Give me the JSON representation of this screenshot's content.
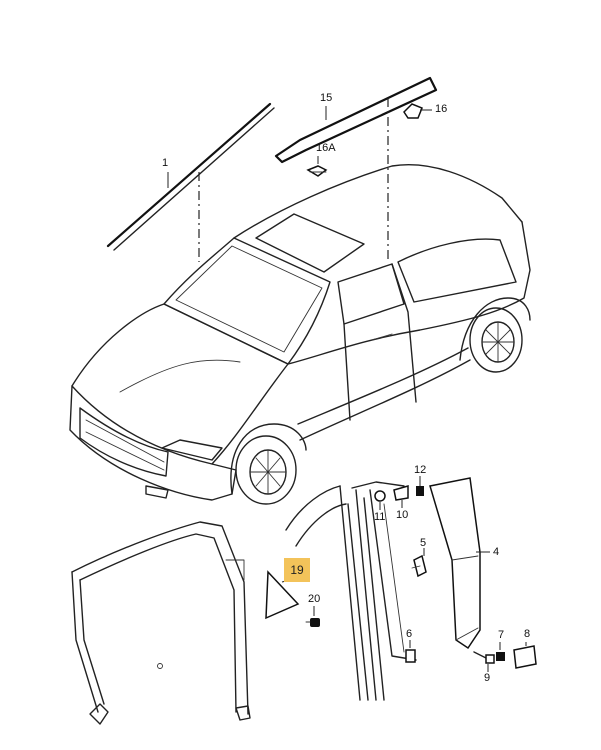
{
  "callouts": {
    "c1": "1",
    "c15": "15",
    "c16": "16",
    "c16a": "16A",
    "c12": "12",
    "c11": "11",
    "c10": "10",
    "c5": "5",
    "c4": "4",
    "c19": "19",
    "c20": "20",
    "c6": "6",
    "c7": "7",
    "c8": "8",
    "c9": "9"
  },
  "highlight_color": "#f3c35a"
}
